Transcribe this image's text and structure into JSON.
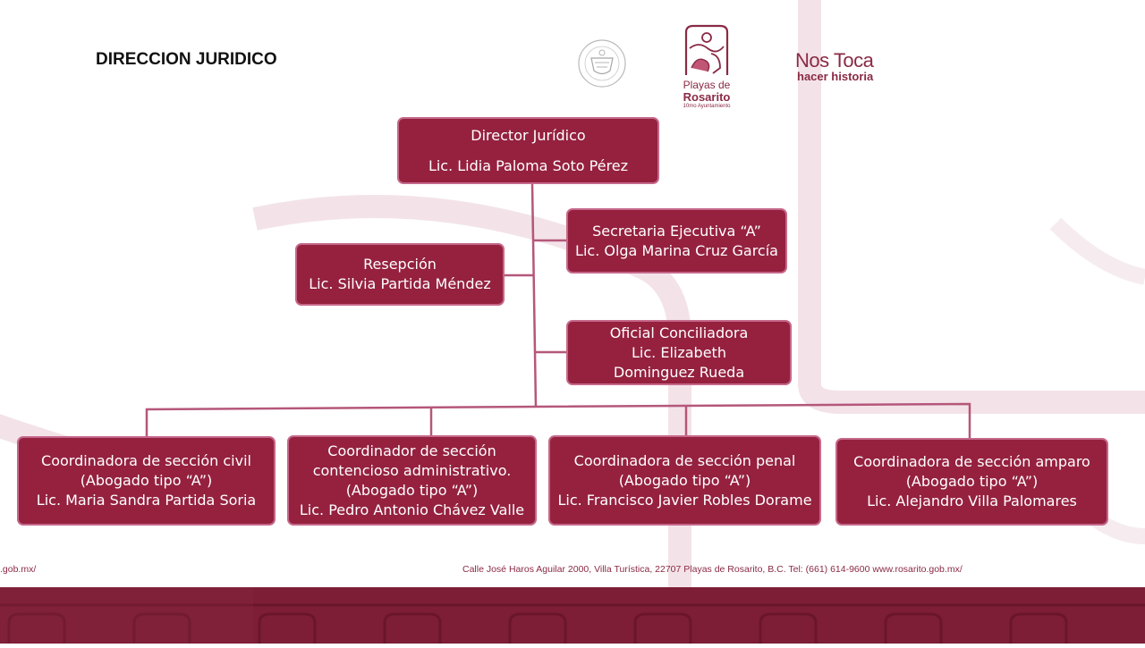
{
  "page": {
    "title": "DIRECCION JURIDICO"
  },
  "logos": {
    "seal_icon": "municipal-seal-icon",
    "playas_line1": "Playas de",
    "playas_line2": "Rosarito",
    "playas_line3": "10mo Ayuntamiento",
    "nostoca_line1": "Nos Toca",
    "nostoca_line2": "hacer historia"
  },
  "org_chart": {
    "director": {
      "role": "Director Jurídico",
      "name": "Lic. Lidia Paloma Soto Pérez"
    },
    "secretaria": {
      "role": "Secretaria Ejecutiva “A”",
      "name": "Lic. Olga Marina Cruz García"
    },
    "recepcion": {
      "role": "Resepción",
      "name": "Lic. Silvia Partida Méndez"
    },
    "oficial": {
      "role": "Oficial Conciliadora",
      "name": "Lic. Elizabeth Dominguez Rueda"
    },
    "coordinators": [
      {
        "role": "Coordinadora de sección civil",
        "type": "(Abogado tipo “A”)",
        "name": "Lic. Maria Sandra Partida Soria"
      },
      {
        "role": "Coordinador de sección contencioso administrativo.",
        "type": "(Abogado tipo “A”)",
        "name": "Lic. Pedro Antonio Chávez Valle"
      },
      {
        "role": "Coordinadora de sección penal",
        "type": "(Abogado tipo “A”)",
        "name": "Lic. Francisco Javier Robles Dorame"
      },
      {
        "role": "Coordinadora de sección amparo",
        "type": "(Abogado tipo “A”)",
        "name": "Lic. Alejandro Villa Palomares"
      }
    ]
  },
  "footer": {
    "left_url": ".gob.mx/",
    "address": "Calle José Haros Aguilar 2000, Villa Turística, 22707 Playas de Rosarito, B.C. Tel: (661) 614-9600  www.rosarito.gob.mx/"
  },
  "colors": {
    "box_fill": "#95213f",
    "box_border": "#c5688a",
    "connector": "#b5577a",
    "footer_band": "#7d1d36"
  }
}
